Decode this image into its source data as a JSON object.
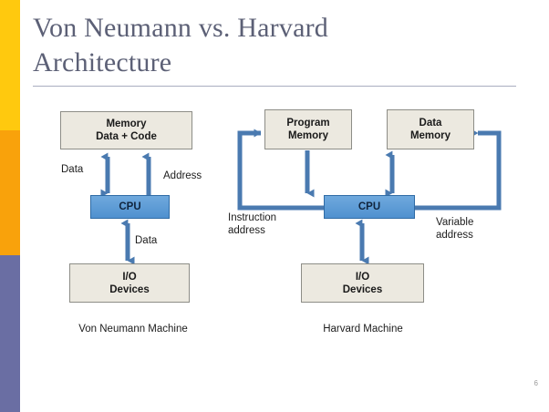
{
  "slide": {
    "page_number": "6",
    "title_line1": "Von Neumann vs. Harvard",
    "title_line2": "Architecture"
  },
  "colors": {
    "sidebar_yellow": "#ffc90e",
    "sidebar_orange": "#f9a20b",
    "sidebar_purple": "#6a6ea3",
    "title_text": "#5c6076",
    "memory_box_fill": "#ece9e0",
    "memory_box_border": "#8d8d87",
    "cpu_box_fill": "#5b9bd5",
    "cpu_box_border": "#2f6ba5",
    "arrow": "#4a7ab0"
  },
  "von_neumann": {
    "caption": "Von Neumann Machine",
    "memory_line1": "Memory",
    "memory_line2": "Data + Code",
    "cpu": "CPU",
    "io_line1": "I/O",
    "io_line2": "Devices",
    "label_data_top": "Data",
    "label_address": "Address",
    "label_data_bottom": "Data"
  },
  "harvard": {
    "caption": "Harvard Machine",
    "program_memory_line1": "Program",
    "program_memory_line2": "Memory",
    "data_memory_line1": "Data",
    "data_memory_line2": "Memory",
    "cpu": "CPU",
    "io_line1": "I/O",
    "io_line2": "Devices",
    "label_instruction_address": "Instruction\naddress",
    "label_variable_address": "Variable\naddress"
  }
}
